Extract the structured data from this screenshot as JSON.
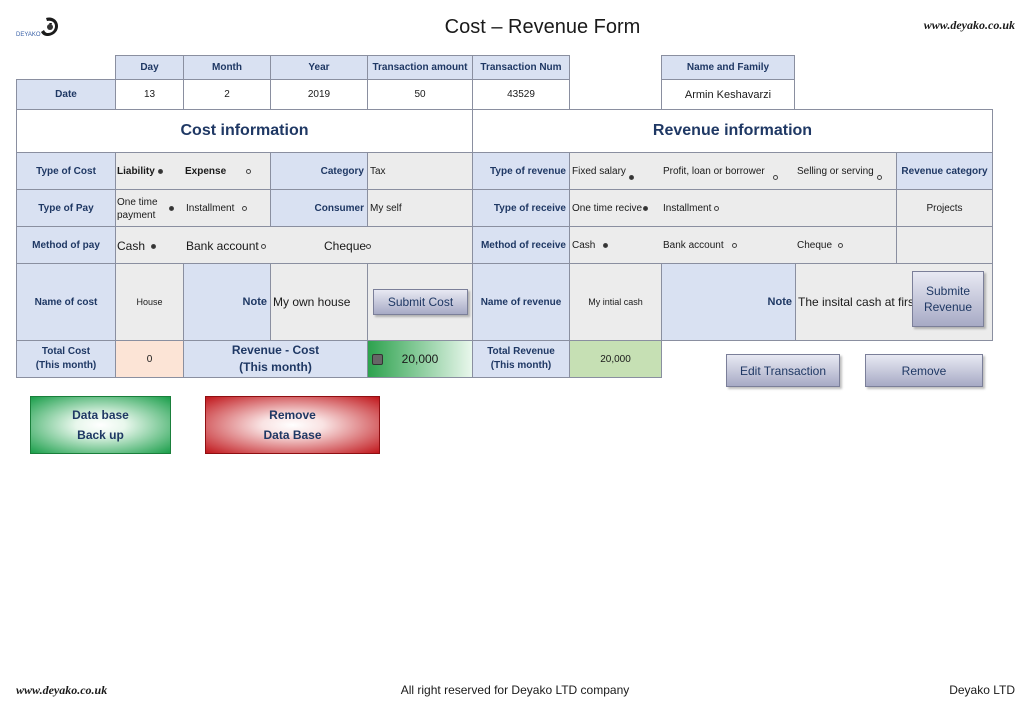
{
  "header": {
    "title": "Cost – Revenue Form",
    "website": "www.deyako.co.uk",
    "logo_text": "DEYAKO"
  },
  "top_table": {
    "row_label": "Date",
    "columns": [
      "Day",
      "Month",
      "Year",
      "Transaction amount",
      "Transaction Num"
    ],
    "values": [
      "13",
      "2",
      "2019",
      "50",
      "43529"
    ],
    "name_label": "Name and Family",
    "name_value": "Armin Keshavarzi"
  },
  "cost": {
    "section_title": "Cost information",
    "type_label": "Type of Cost",
    "type_options": [
      "Liability",
      "Expense"
    ],
    "category_label": "Category",
    "category_value": "Tax",
    "pay_label": "Type of Pay",
    "pay_options": [
      "One time payment",
      "Installment"
    ],
    "consumer_label": "Consumer",
    "consumer_value": "My self",
    "method_label": "Method of pay",
    "method_options": [
      "Cash",
      "Bank account",
      "Cheque"
    ],
    "name_label": "Name of cost",
    "name_value": "House",
    "note_label": "Note",
    "note_value": "My own house",
    "submit_label": "Submit Cost"
  },
  "revenue": {
    "section_title": "Revenue information",
    "type_label": "Type of revenue",
    "type_options": [
      "Fixed salary",
      "Profit, loan or borrower",
      "Selling or serving"
    ],
    "category_label": "Revenue category",
    "category_value": "Projects",
    "receive_label": "Type of receive",
    "receive_options": [
      "One time recive",
      "Installment"
    ],
    "method_label": "Method of receive",
    "method_options": [
      "Cash",
      "Bank account",
      "Cheque"
    ],
    "name_label": "Name of revenue",
    "name_value": "My intial cash",
    "note_label": "Note",
    "note_value": "The insital cash at firs",
    "submit_label": "Submite Revenue"
  },
  "totals": {
    "total_cost_label": "Total Cost (This month)",
    "total_cost_value": "0",
    "diff_label_line1": "Revenue - Cost",
    "diff_label_line2": "(This month)",
    "diff_value": "20,000",
    "total_revenue_label": "Total Revenue (This month)",
    "total_revenue_value": "20,000"
  },
  "actions": {
    "edit_label": "Edit Transaction",
    "remove_label": "Remove",
    "backup_line1": "Data base",
    "backup_line2": "Back up",
    "remove_db_line1": "Remove",
    "remove_db_line2": "Data Base"
  },
  "footer": {
    "website": "www.deyako.co.uk",
    "rights": "All right reserved for Deyako LTD company",
    "company": "Deyako LTD"
  },
  "colors": {
    "header_fill": "#d9e1f2",
    "cost_total_fill": "#fce4d6",
    "revenue_total_fill": "#c6e0b4",
    "backup_button": "#1a9e4a",
    "remove_db_button": "#c0161b"
  }
}
